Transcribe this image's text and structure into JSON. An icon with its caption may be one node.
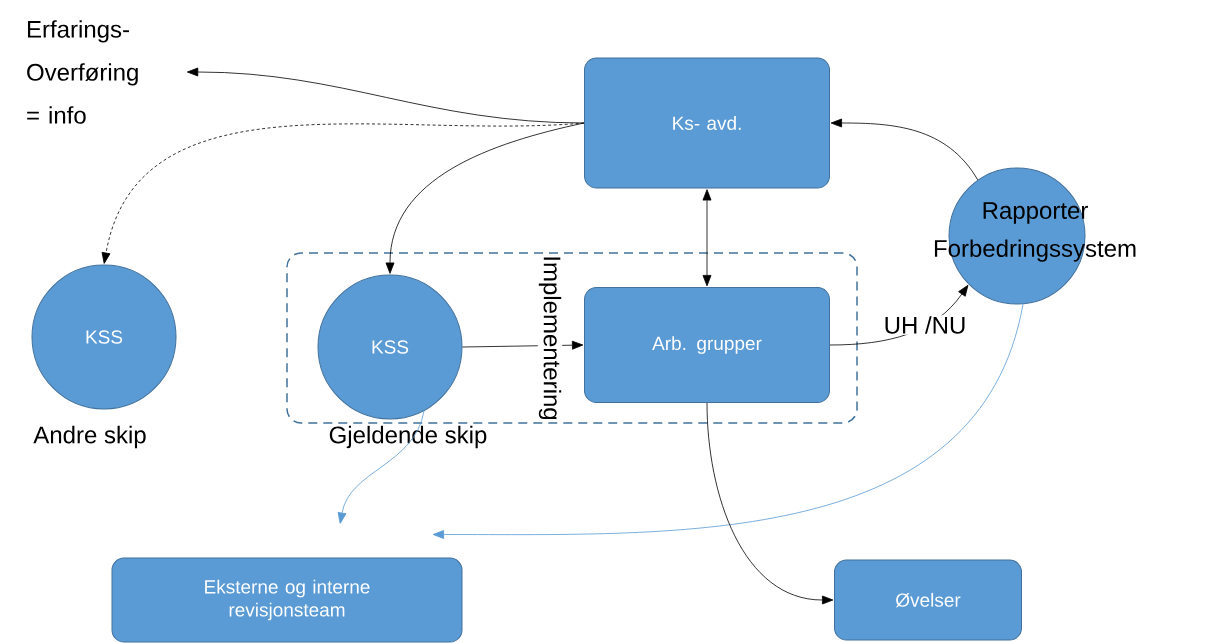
{
  "diagram": {
    "nodes": [
      {
        "text": [
          "Erfarings- Overføring = info"
        ]
      },
      {
        "text": [
          "Ks- avd."
        ]
      },
      {
        "text": [
          "Rapporter Forbedringssystem"
        ]
      },
      {
        "text": [
          "KSS"
        ],
        "beside": [
          "Andre skip"
        ]
      },
      {
        "text": [],
        "shape": "box"
      },
      {
        "text": [
          "KSS"
        ],
        "in": 4,
        "beside": [
          "Gjeldende skip"
        ]
      },
      {
        "text": [
          "Arb. grupper"
        ],
        "in": 4
      },
      {
        "text": [
          "Eksterne og interne revisjonsteam"
        ]
      },
      {
        "text": [
          "Øvelser"
        ]
      }
    ],
    "edges": [
      {
        "from": 1,
        "to": 0,
        "arrow": "to"
      },
      {
        "from": 1,
        "to": 3,
        "arrow": "to",
        "style": "dashed"
      },
      {
        "from": 1,
        "to": 5,
        "arrow": "to"
      },
      {
        "from": 1,
        "to": 6,
        "arrow": "both"
      },
      {
        "from": 2,
        "to": 1,
        "arrow": "to"
      },
      {
        "from": 5,
        "to": 6,
        "arrow": "to"
      },
      {
        "from": 6,
        "to": 2,
        "arrow": "to",
        "label": "UH /NU"
      },
      {
        "from": 5,
        "to": 7,
        "arrow": "to",
        "color": "#5b9bd5"
      },
      {
        "from": 2,
        "to": 7,
        "arrow": "to",
        "color": "#5b9bd5"
      },
      {
        "from": 6,
        "to": 8,
        "arrow": "to"
      }
    ],
    "labels": [
      "Implementering"
    ]
  }
}
